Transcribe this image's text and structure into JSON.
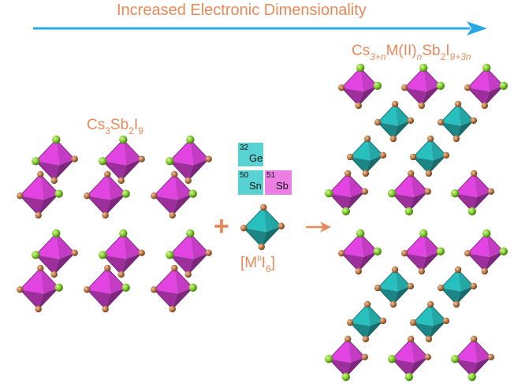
{
  "title": "Increased Electronic Dimensionality",
  "left_formula": {
    "base": "Cs",
    "n1": "3",
    "m": "Sb",
    "n2": "2",
    "x": "I",
    "n3": "9"
  },
  "right_formula": {
    "base": "Cs",
    "n1": "3+n",
    "m": "M(II)",
    "n2": "n",
    "m2": "Sb",
    "n3": "2",
    "x": "I",
    "n4": "9+3n"
  },
  "bracket_formula": {
    "open": "[M",
    "sup": "II",
    "x": "I",
    "sub": "6",
    "close": "]"
  },
  "plus": "+",
  "elements": [
    {
      "number": "32",
      "symbol": "Ge",
      "color": "#58d2d2"
    },
    {
      "number": "50",
      "symbol": "Sn",
      "color": "#58d2d2"
    },
    {
      "number": "51",
      "symbol": "Sb",
      "color": "#ec7ee4"
    }
  ],
  "colors": {
    "text": "#e8895a",
    "arrow": "#29a8e8",
    "sb_octahedron": "#c43bc4",
    "m_octahedron": "#23a6a6",
    "iodide": "#a86a3a",
    "terminal_iodide": "#7cc828"
  }
}
